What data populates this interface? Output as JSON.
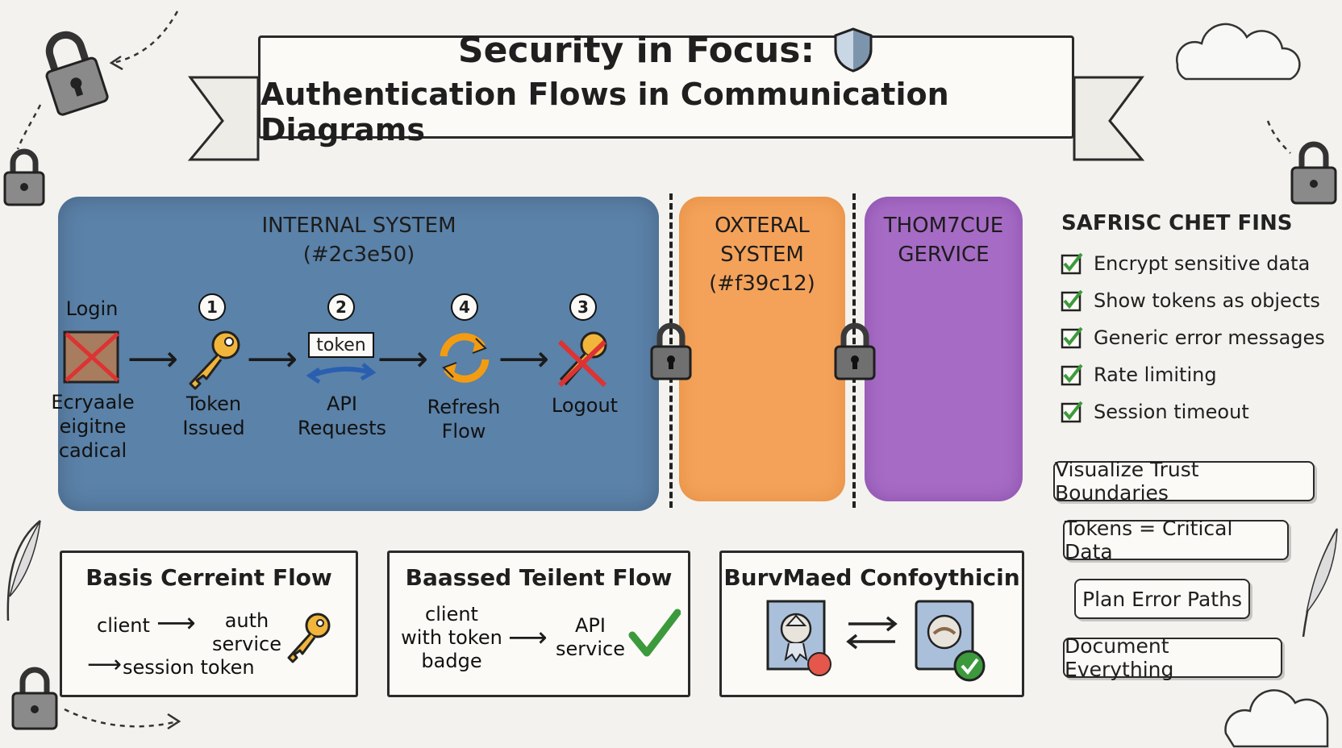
{
  "banner": {
    "title": "Security in Focus:",
    "subtitle": "Authentication Flows in Communication Diagrams"
  },
  "zones": {
    "internal": {
      "title": "INTERNAL SYSTEM",
      "code": "(#2c3e50)"
    },
    "external": {
      "line1": "OXTERAL",
      "line2": "SYSTEM",
      "code": "(#f39c12)"
    },
    "third": {
      "line1": "THOM7CUE",
      "line2": "GERVICE"
    }
  },
  "flow": {
    "login": {
      "label": "Login",
      "lines": [
        "Ecryaale",
        "eigitne",
        "cadical"
      ]
    },
    "token_issued": {
      "badge": "1",
      "lines": [
        "Token",
        "Issued"
      ]
    },
    "api_requests": {
      "badge": "2",
      "chip": "token",
      "lines": [
        "API",
        "Requests"
      ]
    },
    "refresh_flow": {
      "badge": "4",
      "lines": [
        "Refresh",
        "Flow"
      ]
    },
    "logout": {
      "badge": "3",
      "lines": [
        "Logout"
      ]
    }
  },
  "checklist": {
    "title": "SAFRISC CHET FINS",
    "items": [
      "Encrypt sensitive data",
      "Show tokens as objects",
      "Generic error messages",
      "Rate limiting",
      "Session timeout"
    ]
  },
  "tags": [
    "Visualize Trust Boundaries",
    "Tokens = Critical Data",
    "Plan Error Paths",
    "Document Everything"
  ],
  "panels": {
    "basic": {
      "title": "Basis Cerreint Flow",
      "client": "client",
      "auth1": "auth",
      "auth2": "service",
      "session": "session token"
    },
    "bassed": {
      "title": "Baassed Teilent Flow",
      "client1": "client",
      "client2": "with token",
      "client3": "badge",
      "api1": "API",
      "api2": "service"
    },
    "federated": {
      "title": "BurvMaed Confoythicin"
    }
  },
  "colors": {
    "internal": "#4f79a3",
    "external": "#f4a25a",
    "third": "#a66bc4",
    "check": "#3c9a3c"
  }
}
